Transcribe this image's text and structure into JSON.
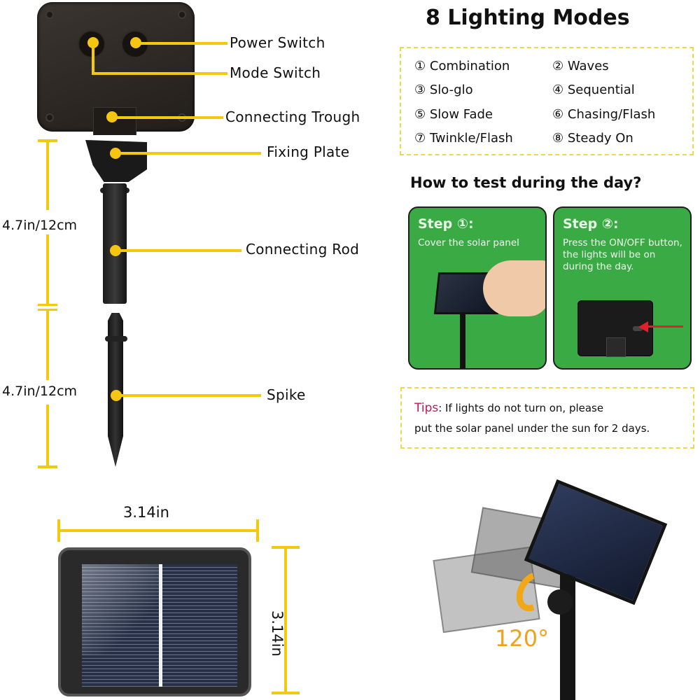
{
  "colors": {
    "accent_yellow": "#f2c811",
    "dash_yellow": "#ecd94a",
    "step_green": "#3aab44",
    "tips_magenta": "#c2185b",
    "angle_orange": "#eea21f",
    "arrow_red": "#e2202a"
  },
  "parts": {
    "power_switch": "Power Switch",
    "mode_switch": "Mode Switch",
    "connecting_trough": "Connecting Trough",
    "fixing_plate": "Fixing Plate",
    "connecting_rod": "Connecting Rod",
    "spike": "Spike"
  },
  "dimensions": {
    "rod_length": "4.7in/12cm",
    "spike_length": "4.7in/12cm",
    "panel_width": "3.14in",
    "panel_height": "3.14in",
    "rotation": "120°"
  },
  "modes": {
    "title": "8 Lighting Modes",
    "items": [
      {
        "num": "①",
        "label": "Combination"
      },
      {
        "num": "②",
        "label": "Waves"
      },
      {
        "num": "③",
        "label": "Slo-glo"
      },
      {
        "num": "④",
        "label": "Sequential"
      },
      {
        "num": "⑤",
        "label": "Slow Fade"
      },
      {
        "num": "⑥",
        "label": "Chasing/Flash"
      },
      {
        "num": "⑦",
        "label": "Twinkle/Flash"
      },
      {
        "num": "⑧",
        "label": "Steady On"
      }
    ]
  },
  "test": {
    "title": "How to test during the day?",
    "steps": [
      {
        "title": "Step ①:",
        "body": "Cover the solar panel"
      },
      {
        "title": "Step ②:",
        "body": "Press the ON/OFF button, the lights will be on during the day."
      }
    ]
  },
  "tips": {
    "label": "Tips",
    "line1": ": If lights do not turn on, please",
    "line2": "put the solar panel under the sun for 2 days."
  }
}
